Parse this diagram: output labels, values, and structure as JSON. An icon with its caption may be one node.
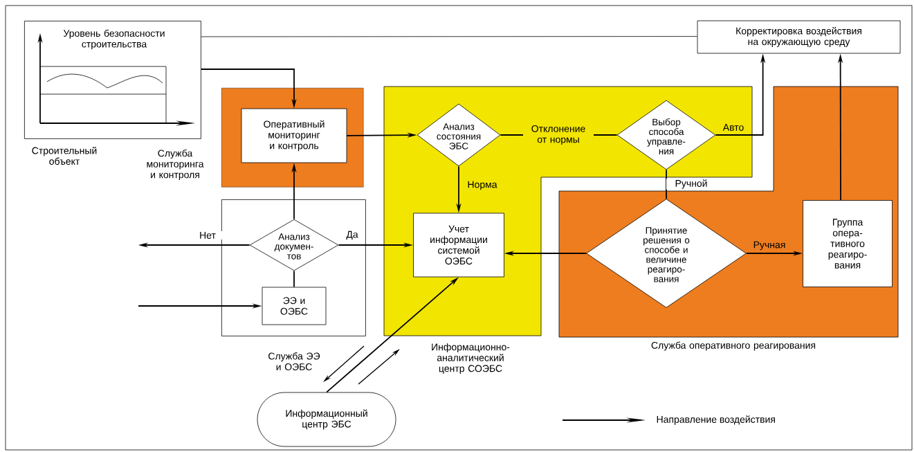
{
  "diagram": {
    "nodes": [
      {
        "text": [
          "Уровень безопасности строительства"
        ],
        "beside": [
          "Строительный объект"
        ]
      },
      {
        "text": [
          "Служба мониторинга и контроля"
        ]
      },
      {
        "text": [
          "Оперативный мониторинг и контроль"
        ],
        "in": 1
      },
      {
        "text": [
          "Информационно- аналитический центр СОЭБС"
        ]
      },
      {
        "text": [
          "Анализ состояния ЭБС"
        ],
        "in": 3
      },
      {
        "text": [
          "Выбор способа управле- ния"
        ],
        "in": 3
      },
      {
        "text": [
          "Учет информации системой ОЭБС"
        ],
        "in": 3
      },
      {
        "text": [
          "Служба ЭЭ и ОЭБС"
        ]
      },
      {
        "text": [
          "Анализ докумен- тов"
        ],
        "in": 7
      },
      {
        "text": [
          "ЭЭ и ОЭБС"
        ],
        "in": 7
      },
      {
        "text": [
          "Служба оперативного реагирования"
        ]
      },
      {
        "text": [
          "Принятие решения о способе и величине реагиро- вания"
        ],
        "in": 10
      },
      {
        "text": [
          "Группа опера- тивного реагиро- вания"
        ],
        "in": 10
      },
      {
        "text": [
          "Корректировка воздействия на окружающую среду"
        ]
      },
      {
        "text": [
          "Информационный центр ЭБС"
        ]
      }
    ],
    "edges": [
      {
        "from": 0,
        "to": 2,
        "arrow": "to"
      },
      {
        "from": 0,
        "to": 13,
        "arrow": "none"
      },
      {
        "from": 2,
        "to": 4,
        "arrow": "to"
      },
      {
        "from": 4,
        "to": 5,
        "arrow": "none",
        "label": "Отклонение от нормы"
      },
      {
        "from": 4,
        "to": 6,
        "arrow": "to",
        "label": "Норма"
      },
      {
        "from": 5,
        "to": 13,
        "arrow": "to",
        "label": "Авто"
      },
      {
        "from": 5,
        "to": 11,
        "arrow": "none",
        "label": "Ручной"
      },
      {
        "from": 11,
        "to": 6,
        "arrow": "to"
      },
      {
        "from": 11,
        "to": 12,
        "arrow": "to",
        "label": "Ручная"
      },
      {
        "from": 12,
        "to": 13,
        "arrow": "to"
      },
      {
        "from": 8,
        "to": 2,
        "arrow": "to"
      },
      {
        "from": 8,
        "to": null,
        "arrow": "to",
        "label": "Нет"
      },
      {
        "from": 8,
        "to": 6,
        "arrow": "to",
        "label": "Да"
      },
      {
        "from": 9,
        "to": 8,
        "arrow": "none"
      },
      {
        "from": null,
        "to": 9,
        "arrow": "to"
      },
      {
        "from": 14,
        "to": 6,
        "arrow": "to"
      }
    ],
    "legend": [
      {
        "text": "Направление воздействия"
      }
    ]
  }
}
